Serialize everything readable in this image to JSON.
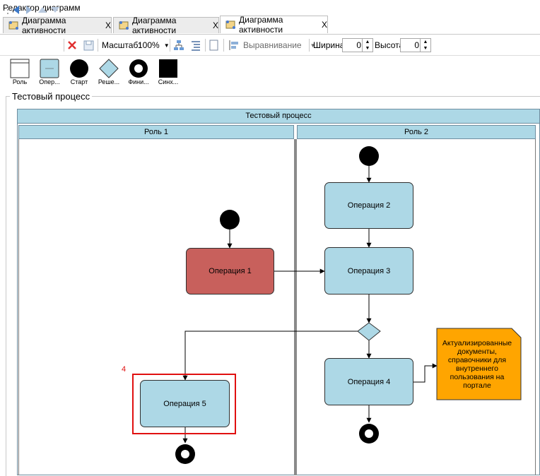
{
  "window": {
    "title": "Редактор диаграмм"
  },
  "tabs": [
    {
      "label": "Диаграмма активности",
      "close": "X"
    },
    {
      "label": "Диаграмма активности",
      "close": "X"
    },
    {
      "label": "Диаграмма активности",
      "close": "X"
    }
  ],
  "toolbar": {
    "scale_label": "Масштаб:",
    "scale_value": "100%",
    "align_label": "Выравнивание",
    "width_label": "Ширина",
    "width_value": "0",
    "height_label": "Высота",
    "height_value": "0"
  },
  "palette": [
    "Роль",
    "Опер...",
    "Старт",
    "Реше...",
    "Фини...",
    "Синх..."
  ],
  "group_label": "Тестовый процесс",
  "diagram": {
    "pool_title": "Тестовый процесс",
    "lanes": [
      "Роль 1",
      "Роль 2"
    ],
    "operations": {
      "op1": "Операция 1",
      "op2": "Операция 2",
      "op3": "Операция 3",
      "op4": "Операция 4",
      "op5": "Операция 5"
    },
    "note": "Актуализированные документы, справочники для внутреннего пользования на портале",
    "highlight_number": "4"
  },
  "colors": {
    "operation_fill": "#add8e6",
    "operation1_fill": "#c8605c",
    "note_fill": "#ffa500",
    "highlight": "#e01010"
  }
}
